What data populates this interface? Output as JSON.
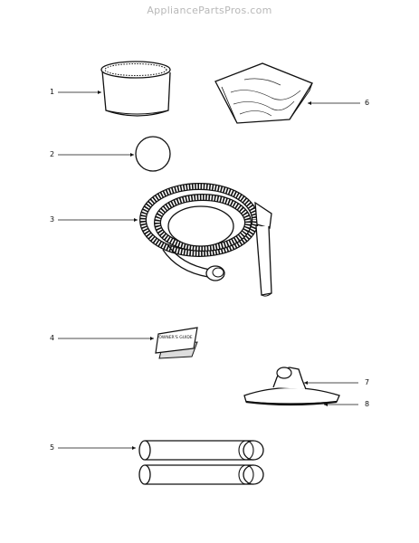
{
  "watermark": "AppliancePartsPros.com",
  "callouts": {
    "c1": "1",
    "c2": "2",
    "c3": "3",
    "c4": "4",
    "c5": "5",
    "c6": "6",
    "c7": "7",
    "c8": "8"
  },
  "manual_cover_text": "OWNER'S GUIDE"
}
